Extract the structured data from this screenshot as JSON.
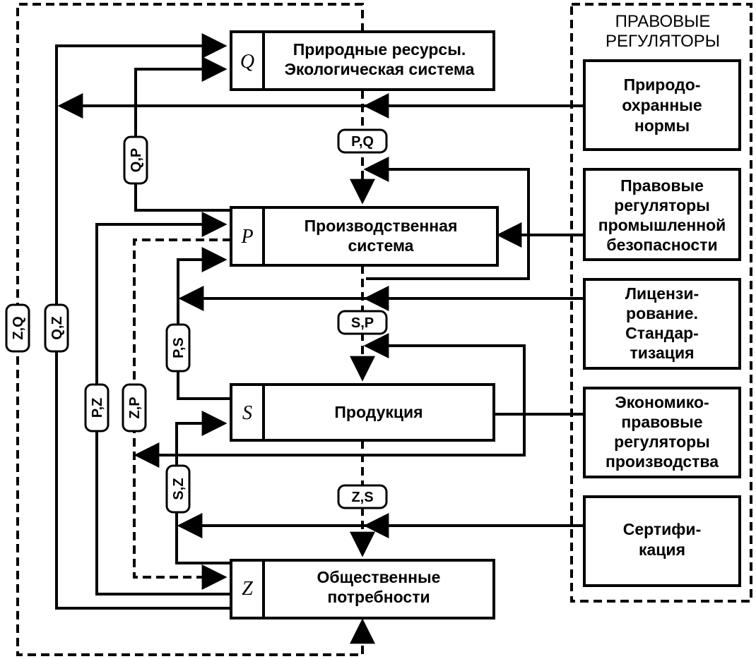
{
  "regulators_panel": {
    "title_line1": "ПРАВОВЫЕ",
    "title_line2": "РЕГУЛЯТОРЫ",
    "items": [
      {
        "lines": [
          "Природо-",
          "охранные",
          "нормы"
        ]
      },
      {
        "lines": [
          "Правовые",
          "регуляторы",
          "промышленной",
          "безопасности"
        ]
      },
      {
        "lines": [
          "Лицензи-",
          "рование.",
          "Стандар-",
          "тизация"
        ]
      },
      {
        "lines": [
          "Экономико-",
          "правовые",
          "регуляторы",
          "производства"
        ]
      },
      {
        "lines": [
          "Сертифи-",
          "кация"
        ]
      }
    ]
  },
  "systems": [
    {
      "letter": "Q",
      "lines": [
        "Природные ресурсы.",
        "Экологическая система"
      ]
    },
    {
      "letter": "P",
      "lines": [
        "Производственная",
        "система"
      ]
    },
    {
      "letter": "S",
      "lines": [
        "Продукция"
      ]
    },
    {
      "letter": "Z",
      "lines": [
        "Общественные",
        "потребности"
      ]
    }
  ],
  "link_labels": {
    "pq": "P,Q",
    "sp": "S,P",
    "zs": "Z,S",
    "qp": "Q,P",
    "ps": "P,S",
    "sz": "S,Z",
    "pz": "P,Z",
    "zp": "Z,P",
    "qz": "Q,Z",
    "zq": "Z,Q"
  }
}
